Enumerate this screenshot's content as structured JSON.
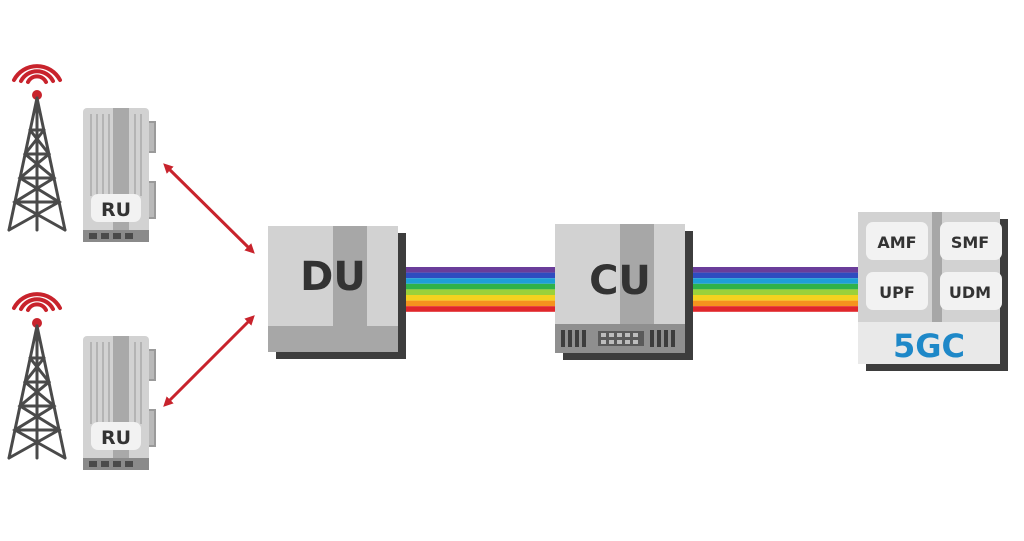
{
  "ru_top": {
    "label": "RU"
  },
  "ru_bottom": {
    "label": "RU"
  },
  "du": {
    "label": "DU"
  },
  "cu": {
    "label": "CU"
  },
  "core": {
    "label": "5GC",
    "functions": [
      "AMF",
      "SMF",
      "UPF",
      "UDM"
    ]
  },
  "colors": {
    "tower": "#4a4a4a",
    "signal": "#c8232c",
    "arrow": "#c8232c",
    "box_light": "#d2d2d2",
    "box_mid": "#a7a7a7",
    "box_shadow": "#3d3d3d",
    "text_dark": "#333333",
    "core_label": "#1e88c8",
    "link_stripes": [
      "#6a3d9a",
      "#2f4cc0",
      "#1f9fd8",
      "#2fb24a",
      "#9bd13a",
      "#f4d21f",
      "#f5931e",
      "#e0262b"
    ]
  }
}
